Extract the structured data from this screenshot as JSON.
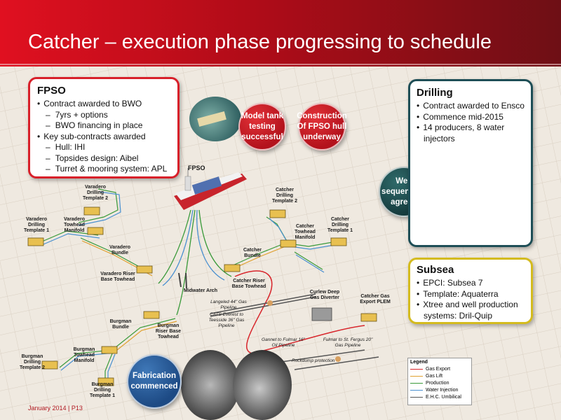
{
  "slide": {
    "title": "Catcher – execution phase progressing to schedule",
    "footer": "January 2014 | P13"
  },
  "fpso_panel": {
    "heading": "FPSO",
    "items": [
      {
        "level": 1,
        "text": "Contract awarded to BWO"
      },
      {
        "level": 2,
        "text": "7yrs + options"
      },
      {
        "level": 2,
        "text": "BWO financing in place"
      },
      {
        "level": 1,
        "text": "Key sub-contracts awarded"
      },
      {
        "level": 2,
        "text": "Hull: IHI"
      },
      {
        "level": 2,
        "text": "Topsides design: Aibel"
      },
      {
        "level": 2,
        "text": "Turret & mooring system: APL"
      }
    ]
  },
  "drilling_panel": {
    "heading": "Drilling",
    "items": [
      "Contract awarded to Ensco",
      "Commence mid-2015",
      "14 producers, 8 water injectors"
    ]
  },
  "subsea_panel": {
    "heading": "Subsea",
    "items": [
      "EPCI: Subsea 7",
      "Template: Aquaterra",
      "Xtree and well production systems: Dril-Quip"
    ]
  },
  "milestones": {
    "model_tank": "Model tank testing successful",
    "fpso_hull": "Construction Of FPSO hull underway",
    "well_sequencing": "Well sequencing agreed",
    "fabrication": "Fabrication commenced"
  },
  "diagram_labels": {
    "fpso": "FPSO",
    "varadero_template2": "Varadero Drilling Template 2",
    "varadero_template1": "Varadero Drilling Template 1",
    "varadero_manifold": "Varadero Towhead Manifold",
    "varadero_bundle": "Varadero Bundle",
    "varadero_riser": "Varadero Riser Base Towhead",
    "catcher_template2": "Catcher Drilling Template 2",
    "catcher_template1": "Catcher Drilling Template 1",
    "catcher_manifold": "Catcher Towhead Manifold",
    "catcher_bundle": "Catcher Bundle",
    "catcher_riser": "Catcher Riser Base Towhead",
    "midwater_arch": "Midwater Arch",
    "langeled": "Langeled 44\" Gas Pipeline",
    "cats": "CATS Everest to Teesside 36\" Gas Pipeline",
    "curlew": "Curlew Deep Gas Diverter",
    "catcher_plem": "Catcher Gas Export PLEM",
    "burgman_bundle": "Burgman Bundle",
    "burgman_riser": "Burgman Riser Base Towhead",
    "burgman_template2": "Burgman Drilling Template 2",
    "burgman_manifold": "Burgman Towhead Manifold",
    "burgman_template1": "Burgman Drilling Template 1",
    "gannet": "Gannet to Fulmar 16\" Oil Pipeline",
    "fulmar": "Fulmar to St. Fergus 20\" Gas Pipeline",
    "rockdump": "Rockdump protection"
  },
  "legend": {
    "title": "Legend",
    "entries": [
      {
        "label": "Gas Export",
        "color": "#d8262c"
      },
      {
        "label": "Gas Lift",
        "color": "#e0a030"
      },
      {
        "label": "Production",
        "color": "#3a9a3a"
      },
      {
        "label": "Water Injection",
        "color": "#4a90d0"
      },
      {
        "label": "E.H.C. Umbilical",
        "color": "#555555"
      }
    ]
  }
}
